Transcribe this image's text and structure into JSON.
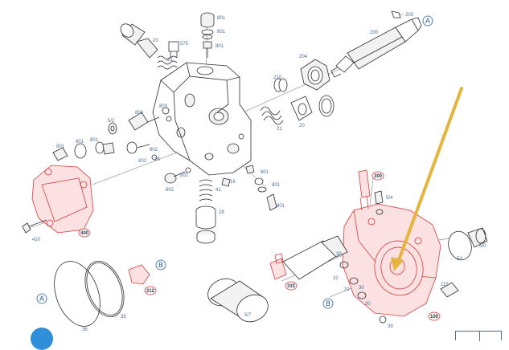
{
  "callouts": [
    {
      "id": "c203",
      "text": "203"
    },
    {
      "id": "c200",
      "text": "200"
    },
    {
      "id": "c801a",
      "text": "801"
    },
    {
      "id": "c801b",
      "text": "801"
    },
    {
      "id": "c801c",
      "text": "801"
    },
    {
      "id": "c575",
      "text": "575"
    },
    {
      "id": "c20a",
      "text": "20"
    },
    {
      "id": "c21a",
      "text": "21"
    },
    {
      "id": "c204",
      "text": "204"
    },
    {
      "id": "c210",
      "text": "210"
    },
    {
      "id": "c21b",
      "text": "21"
    },
    {
      "id": "c20b",
      "text": "20"
    },
    {
      "id": "c803",
      "text": "803"
    },
    {
      "id": "c803b",
      "text": "803"
    },
    {
      "id": "c52",
      "text": "5/2"
    },
    {
      "id": "c801d",
      "text": "801"
    },
    {
      "id": "c801e",
      "text": "801"
    },
    {
      "id": "c801f",
      "text": "801"
    },
    {
      "id": "c802a",
      "text": "802"
    },
    {
      "id": "c802b",
      "text": "802"
    },
    {
      "id": "c802c",
      "text": "802"
    },
    {
      "id": "c802d",
      "text": "802"
    },
    {
      "id": "c16a",
      "text": "16"
    },
    {
      "id": "c16b",
      "text": "16"
    },
    {
      "id": "c41",
      "text": "41"
    },
    {
      "id": "c28",
      "text": "28"
    },
    {
      "id": "c801g",
      "text": "801"
    },
    {
      "id": "c801h",
      "text": "801"
    },
    {
      "id": "c801i",
      "text": "801"
    },
    {
      "id": "c410",
      "text": "410"
    },
    {
      "id": "c54",
      "text": "5/4"
    },
    {
      "id": "c51",
      "text": "5/1"
    },
    {
      "id": "c50",
      "text": "5/0"
    },
    {
      "id": "c30a",
      "text": "30"
    },
    {
      "id": "c30b",
      "text": "30"
    },
    {
      "id": "c30c",
      "text": "30"
    },
    {
      "id": "c32",
      "text": "32"
    },
    {
      "id": "c31",
      "text": "31"
    },
    {
      "id": "c57",
      "text": "5/7"
    },
    {
      "id": "c115",
      "text": "115"
    },
    {
      "id": "c35",
      "text": "35"
    },
    {
      "id": "c36",
      "text": "36"
    },
    {
      "id": "c39",
      "text": "39"
    }
  ],
  "circled_tags": [
    {
      "id": "t400",
      "text": "400"
    },
    {
      "id": "t212",
      "text": "212"
    },
    {
      "id": "t300",
      "text": "300"
    },
    {
      "id": "t333",
      "text": "333"
    },
    {
      "id": "t100",
      "text": "100"
    }
  ],
  "connector_letters": [
    {
      "id": "A1",
      "text": "A"
    },
    {
      "id": "A2",
      "text": "A"
    },
    {
      "id": "B1",
      "text": "B"
    },
    {
      "id": "B2",
      "text": "B"
    }
  ],
  "colors": {
    "highlight_part": "#d83a3a",
    "callout_text": "#4a6f95",
    "arrow": "#e6b43c",
    "line": "#2d2d2d"
  }
}
